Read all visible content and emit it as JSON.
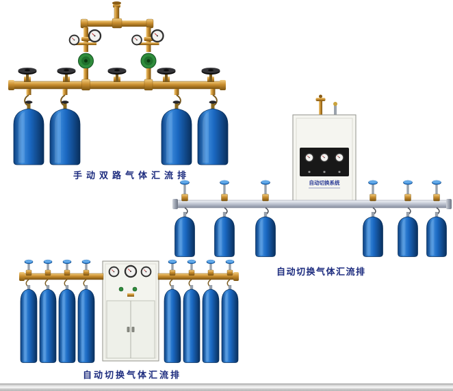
{
  "page": {
    "background": "#ffffff"
  },
  "products": [
    {
      "name": "manual-dual-line-gas-manifold",
      "caption": "手动双路气体汇流排",
      "cylinders": 4,
      "pressure_gauges": 4,
      "valve_handwheels": 5,
      "regulators": 2
    },
    {
      "name": "auto-switchover-gas-manifold",
      "caption": "自动切换气体汇流排",
      "cabinet_label": "自动切换系统",
      "cylinders": 6,
      "pressure_gauges": 3
    },
    {
      "name": "auto-switchover-gas-manifold-cabinet",
      "caption": "自动切换气体汇流排",
      "cylinders": 8,
      "pressure_gauges": 3
    }
  ],
  "colors": {
    "caption_text": "#1c2b7e",
    "cylinder_blue": "#1a67c0",
    "brass_pipe": "#c98e2f",
    "silver_pipe": "#bcc2cf",
    "cabinet_body": "#f4f4ef",
    "regulator_green": "#2f8c3c",
    "gauge_face": "#f2f2f0",
    "handwheel_black": "#141414",
    "cylinder_wheel_blue": "#3584d4"
  }
}
